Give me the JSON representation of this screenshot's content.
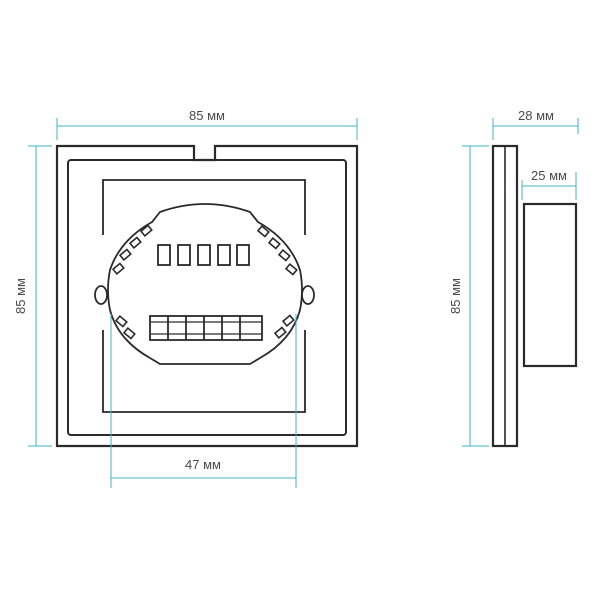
{
  "dimensions": {
    "front_width": "85 мм",
    "front_height": "85 мм",
    "mount_width": "47 мм",
    "side_depth_total": "28 мм",
    "side_depth_body": "25 мм",
    "side_height": "85 мм"
  },
  "colors": {
    "dimension_line": "#3cb4c4",
    "outline": "#2a2a2a",
    "text": "#4a4a4a",
    "background": "#ffffff"
  }
}
